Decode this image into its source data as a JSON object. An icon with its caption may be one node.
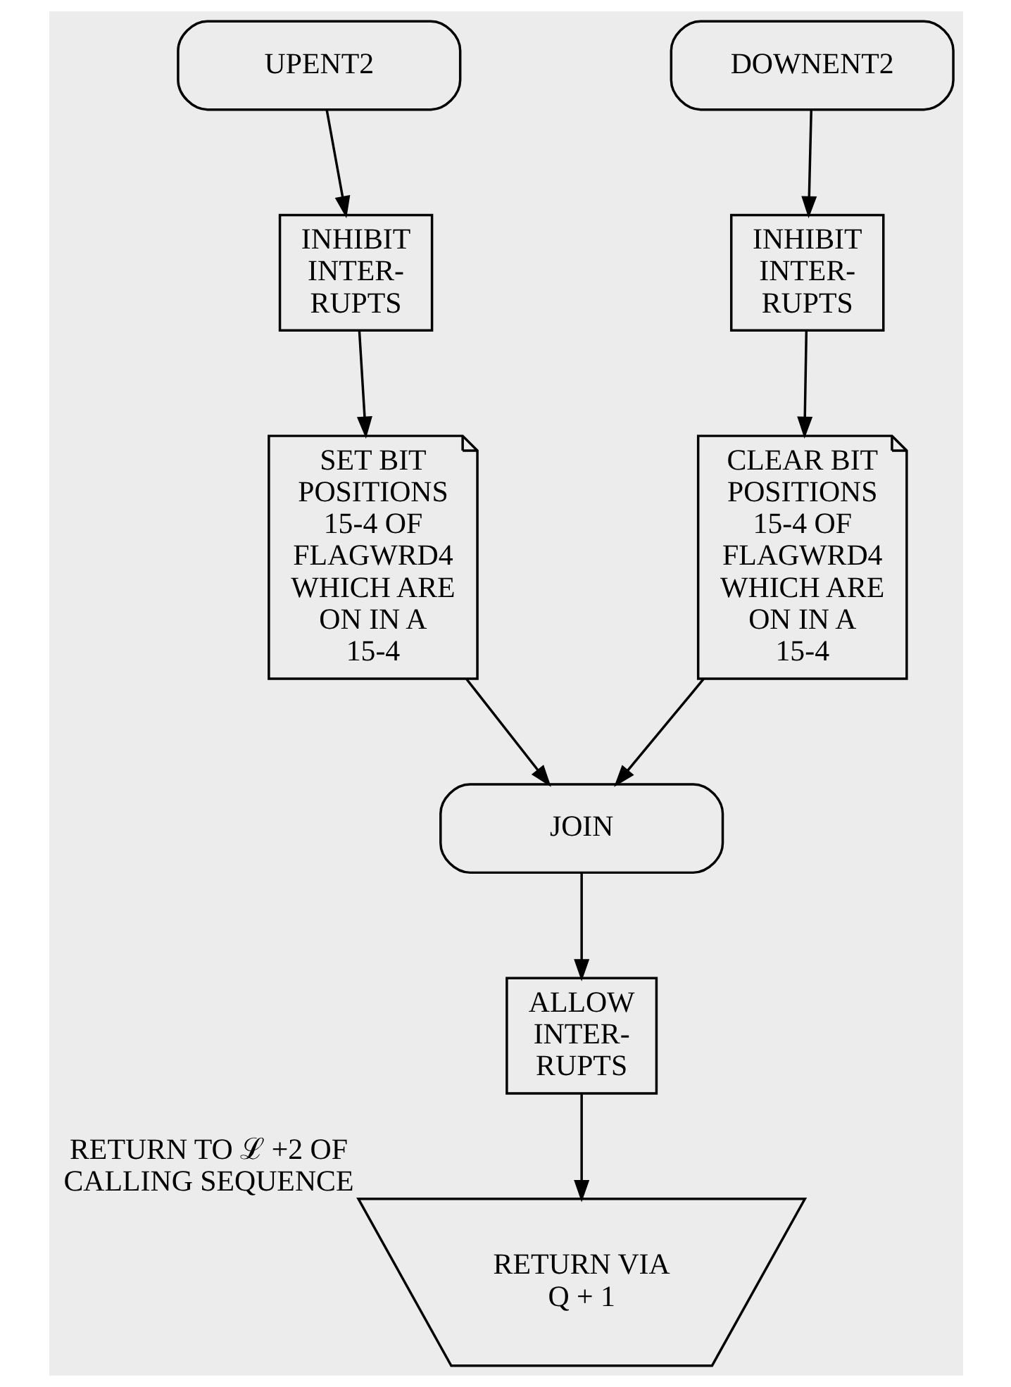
{
  "diagram": {
    "nodes": [
      {
        "text": [
          "UPENT2"
        ]
      },
      {
        "text": [
          "DOWNENT2"
        ]
      },
      {
        "text": [
          "INHIBIT INTER- RUPTS"
        ]
      },
      {
        "text": [
          "INHIBIT INTER- RUPTS"
        ]
      },
      {
        "text": [
          "SET BIT POSITIONS 15-4 OF FLAGWRD4 WHICH ARE ON IN A 15-4"
        ]
      },
      {
        "text": [
          "CLEAR BIT POSITIONS 15-4 OF FLAGWRD4 WHICH ARE ON IN A 15-4"
        ]
      },
      {
        "text": [
          "JOIN"
        ]
      },
      {
        "text": [
          "ALLOW INTER- RUPTS"
        ]
      },
      {
        "text": [
          "RETURN VIA Q + 1"
        ],
        "beside": [
          "RETURN TO ℒ +2 OF CALLING SEQUENCE"
        ]
      }
    ],
    "edges": [
      {
        "from": 0,
        "to": 2,
        "arrow": "to"
      },
      {
        "from": 2,
        "to": 4,
        "arrow": "to"
      },
      {
        "from": 1,
        "to": 3,
        "arrow": "to"
      },
      {
        "from": 3,
        "to": 5,
        "arrow": "to"
      },
      {
        "from": 4,
        "to": 6,
        "arrow": "to"
      },
      {
        "from": 5,
        "to": 6,
        "arrow": "to"
      },
      {
        "from": 6,
        "to": 7,
        "arrow": "to"
      },
      {
        "from": 7,
        "to": 8,
        "arrow": "to"
      }
    ]
  }
}
